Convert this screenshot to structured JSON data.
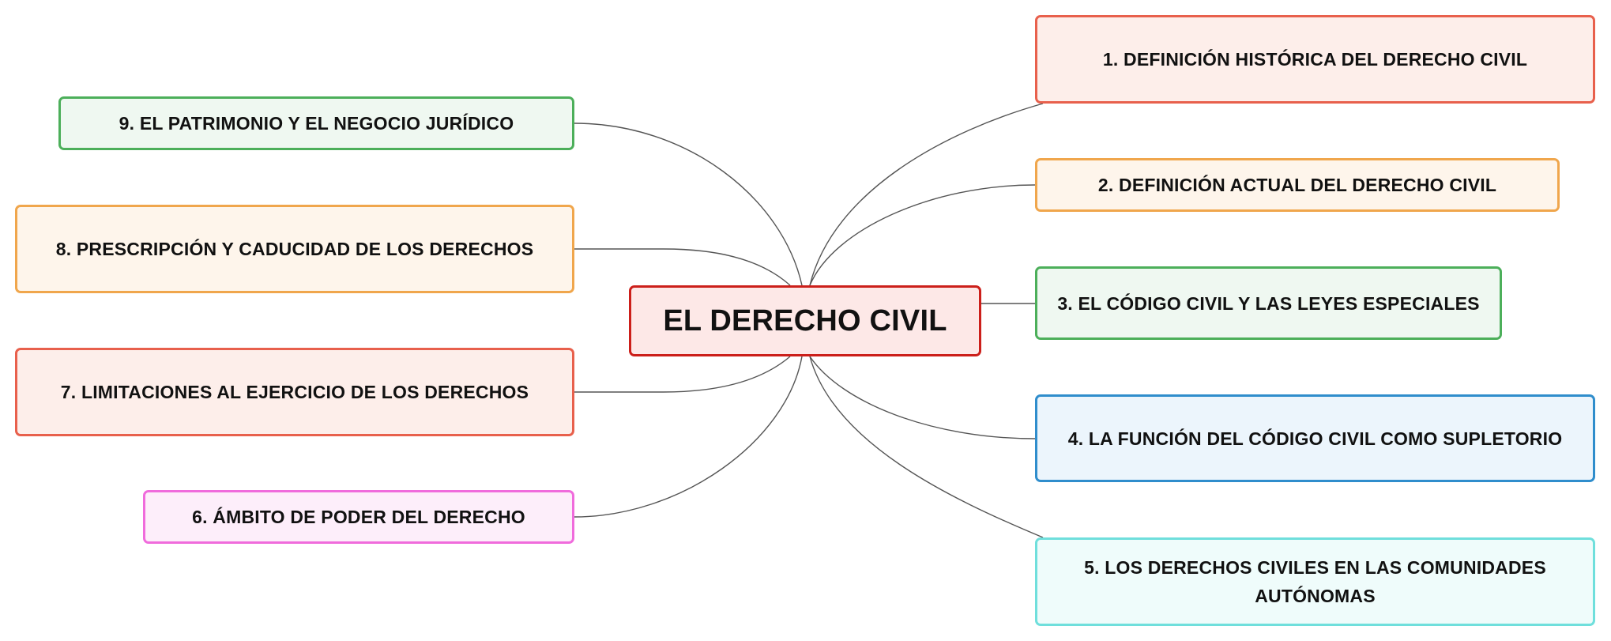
{
  "mindmap": {
    "central": {
      "label": "EL DERECHO CIVIL",
      "color": "#cc1f1a"
    },
    "topics": [
      {
        "id": 1,
        "label": "1. DEFINICIÓN HISTÓRICA DEL DERECHO CIVIL",
        "color": "#e8604c"
      },
      {
        "id": 2,
        "label": "2. DEFINICIÓN ACTUAL DEL DERECHO CIVIL",
        "color": "#f0a64c"
      },
      {
        "id": 3,
        "label": "3. EL CÓDIGO CIVIL Y LAS LEYES ESPECIALES",
        "color": "#4caf5a"
      },
      {
        "id": 4,
        "label": "4. LA FUNCIÓN DEL CÓDIGO CIVIL COMO SUPLETORIO",
        "color": "#2f8dcc"
      },
      {
        "id": 5,
        "label": "5. LOS DERECHOS CIVILES EN LAS COMUNIDADES AUTÓNOMAS",
        "color": "#6fdfdc"
      },
      {
        "id": 6,
        "label": "6. ÁMBITO DE PODER DEL DERECHO",
        "color": "#f06bdc"
      },
      {
        "id": 7,
        "label": "7. LIMITACIONES AL EJERCICIO DE LOS DERECHOS",
        "color": "#e8604c"
      },
      {
        "id": 8,
        "label": "8. PRESCRIPCIÓN Y CADUCIDAD DE LOS DERECHOS",
        "color": "#f0a64c"
      },
      {
        "id": 9,
        "label": "9. EL PATRIMONIO Y EL NEGOCIO JURÍDICO",
        "color": "#4caf5a"
      }
    ],
    "connector_color": "#555555"
  }
}
